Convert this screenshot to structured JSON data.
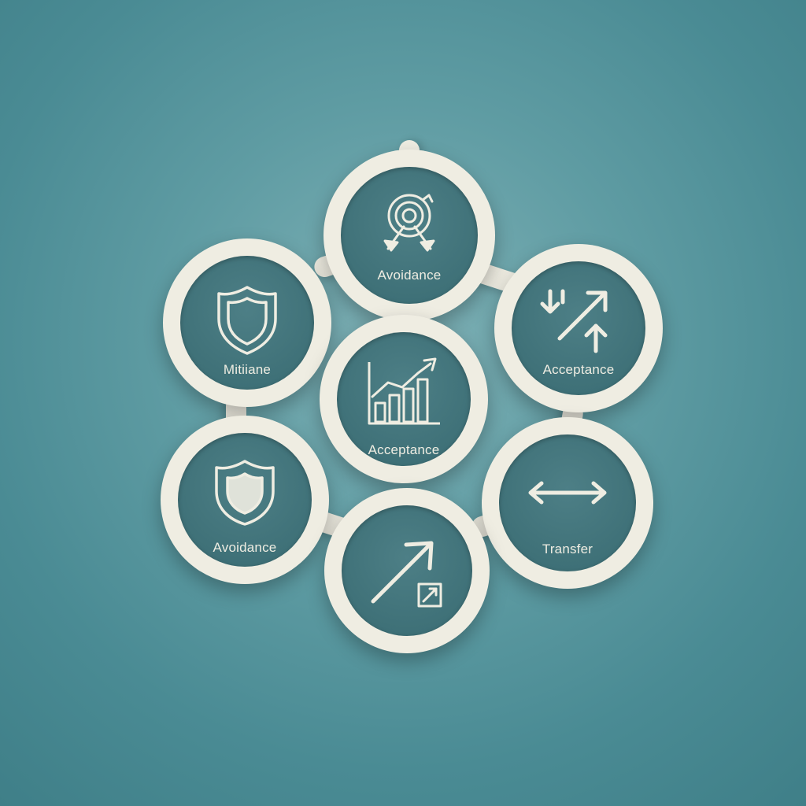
{
  "diagram": {
    "nodes": [
      {
        "id": "top",
        "label": "Avoidance",
        "icon": "target-arrows-icon"
      },
      {
        "id": "upper-left",
        "label": "Mitiiane",
        "icon": "shield-icon"
      },
      {
        "id": "upper-right",
        "label": "Acceptance",
        "icon": "up-down-arrows-icon"
      },
      {
        "id": "center",
        "label": "Acceptance",
        "icon": "bar-chart-trend-icon"
      },
      {
        "id": "lower-left",
        "label": "Avoidance",
        "icon": "shield-icon"
      },
      {
        "id": "lower-right",
        "label": "Transfer",
        "icon": "double-arrow-icon"
      },
      {
        "id": "bottom",
        "label": "",
        "icon": "diagonal-arrow-icon"
      }
    ]
  },
  "colors": {
    "background": "#5f9ca3",
    "ring": "#efede2",
    "inner": "#3f7178",
    "text": "#efede2"
  }
}
